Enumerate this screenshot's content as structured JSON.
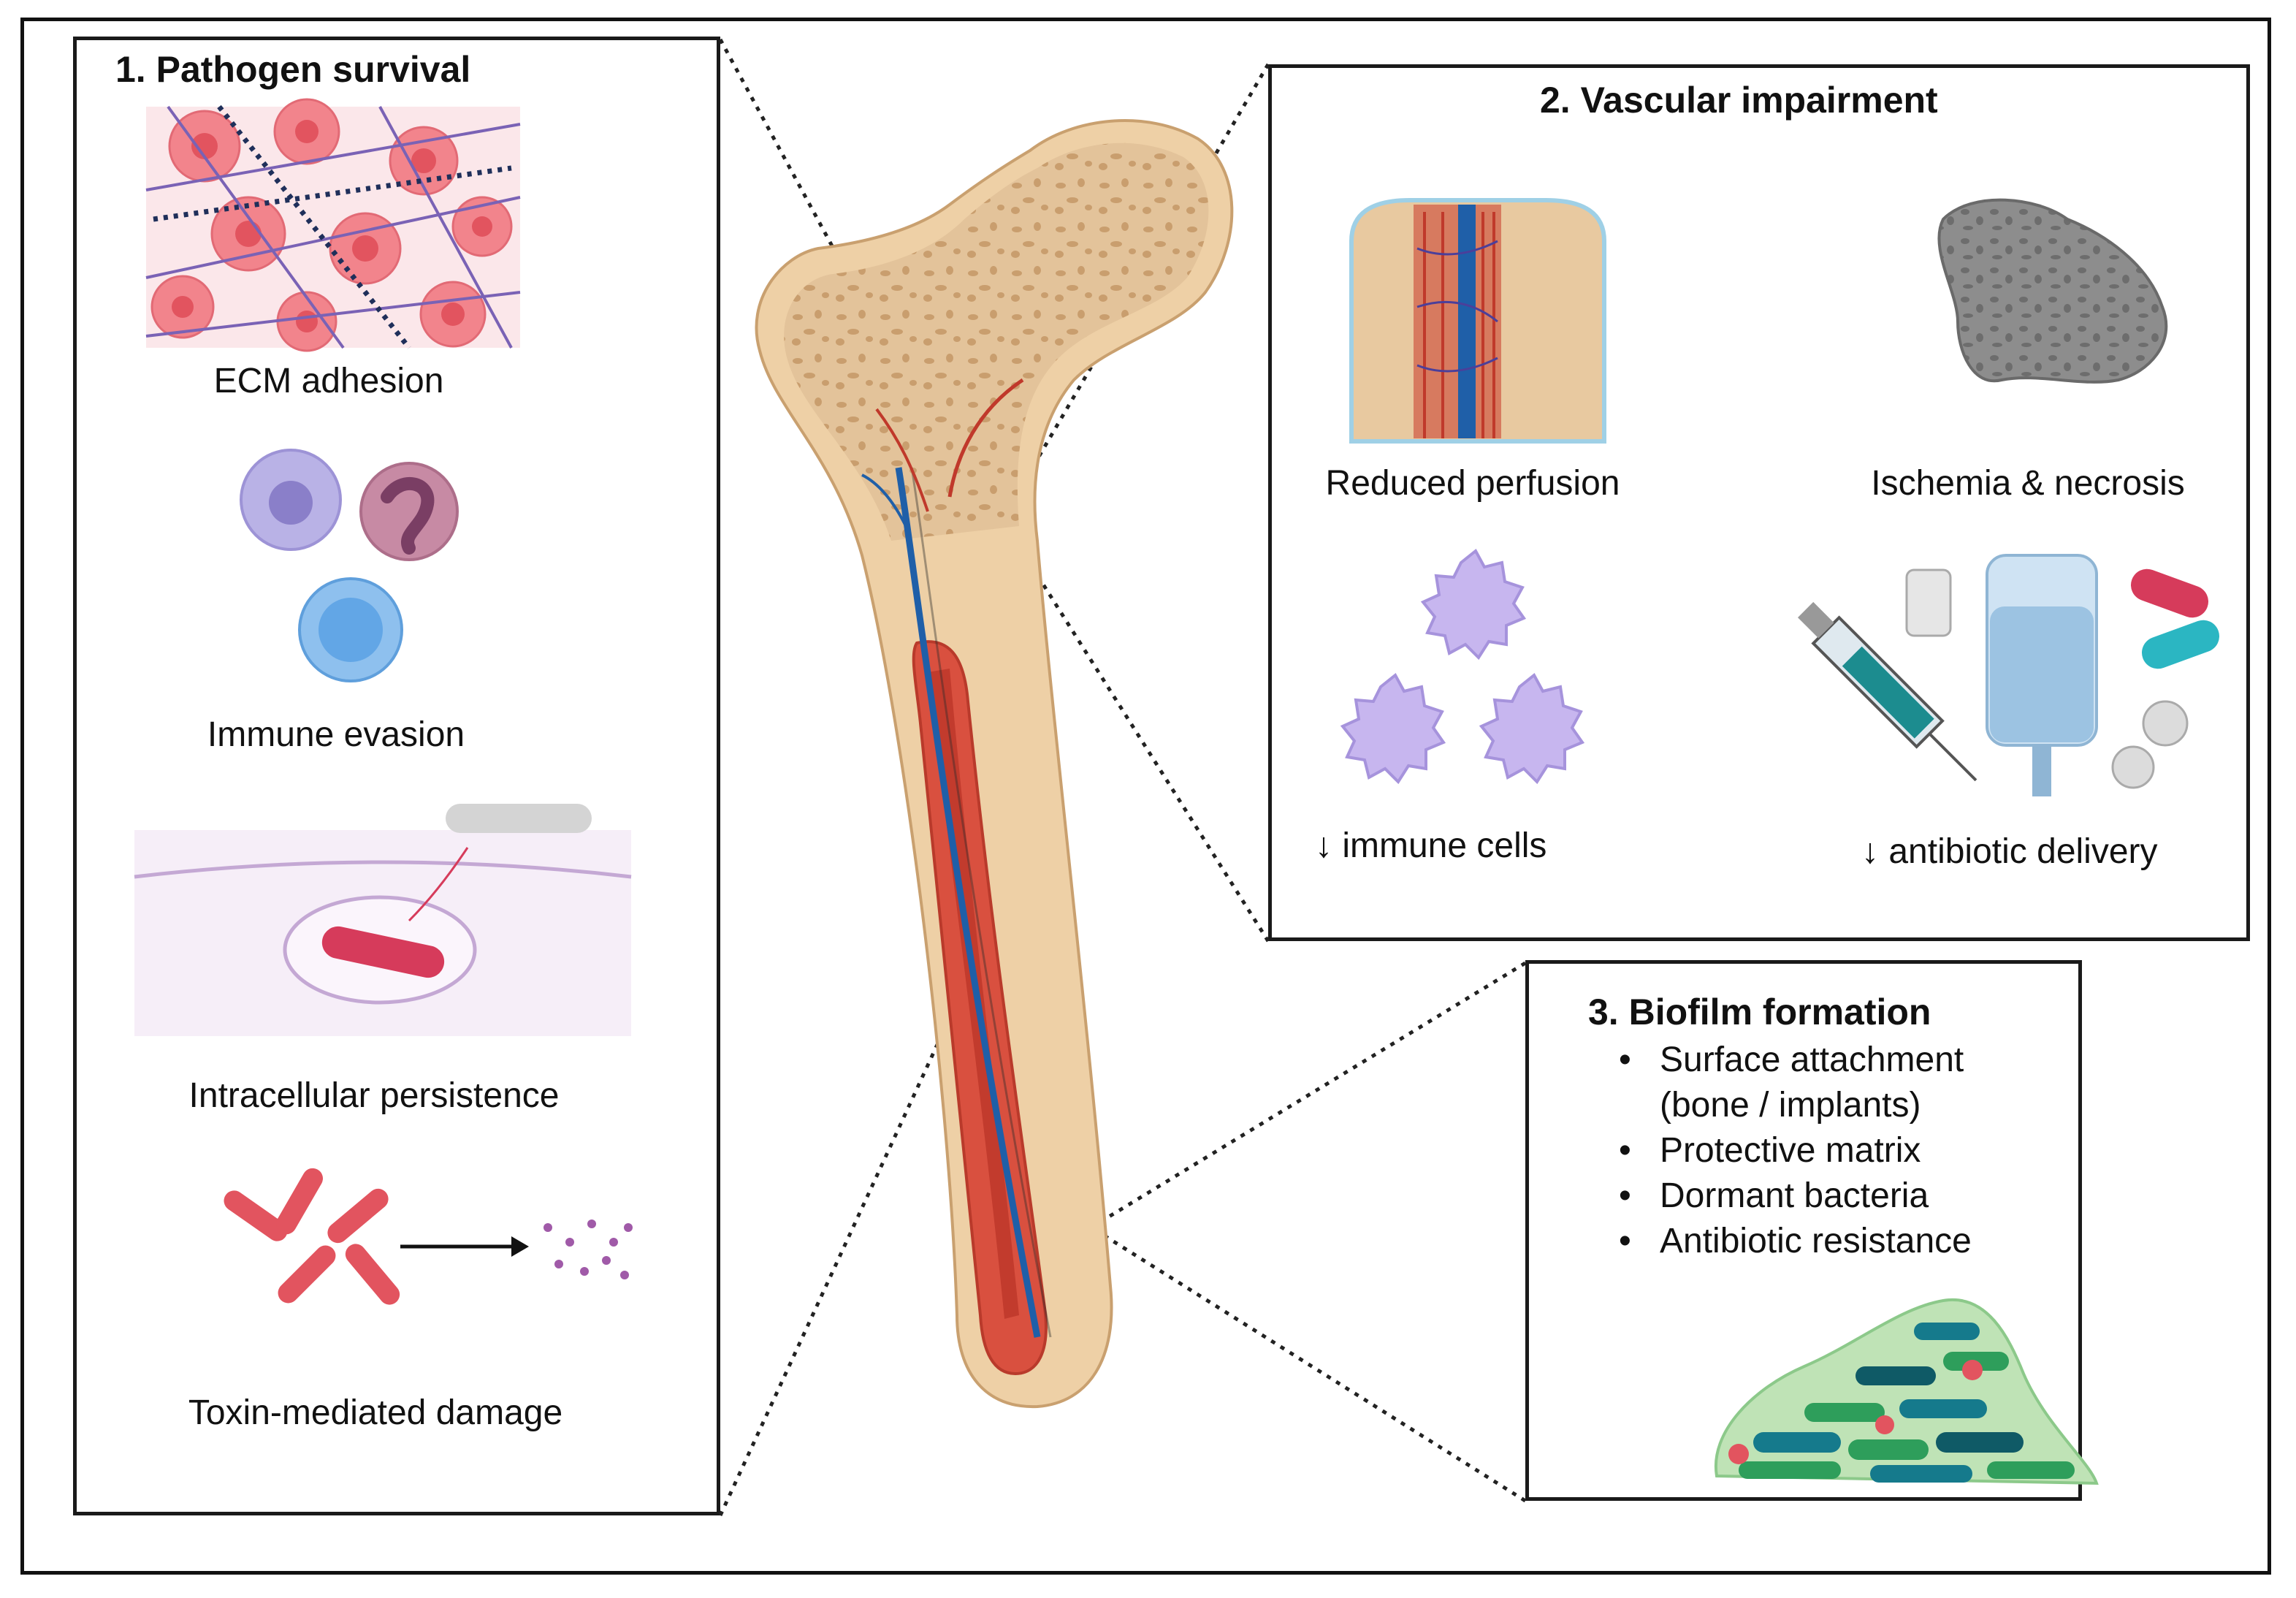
{
  "panel1": {
    "title": "1. Pathogen survival",
    "labels": {
      "ecm": "ECM adhesion",
      "immune": "Immune evasion",
      "intracellular": "Intracellular persistence",
      "toxin": "Toxin-mediated damage"
    }
  },
  "panel2": {
    "title": "2. Vascular impairment",
    "labels": {
      "perfusion": "Reduced perfusion",
      "ischemia": "Ischemia & necrosis",
      "immune_cells": "↓ immune cells",
      "antibiotic": "↓ antibiotic delivery"
    }
  },
  "panel3": {
    "title": "3. Biofilm formation",
    "bullets": [
      "Surface attachment",
      "(bone / implants)",
      "Protective matrix",
      "Dormant bacteria",
      "Antibiotic resistance"
    ]
  },
  "colors": {
    "bone": "#e8c9a0",
    "marrow": "#d9503f",
    "vessel_blue": "#1f5fa8",
    "vessel_red": "#c0392b",
    "biofilm_green": "#2e9e5b",
    "biofilm_teal": "#157a8c",
    "immune_purple": "#b9a6e6"
  },
  "icons": [
    "ecm-network-icon",
    "macrophage-icon",
    "neutrophil-icon",
    "lymphocyte-icon",
    "host-cell-icon",
    "bacteria-icon",
    "toxin-icon",
    "bone-section-icon",
    "necrotic-tissue-icon",
    "immune-cell-icon",
    "syringe-icon",
    "iv-bag-icon",
    "capsule-icon",
    "tablet-icon",
    "biofilm-icon",
    "femur-icon"
  ]
}
